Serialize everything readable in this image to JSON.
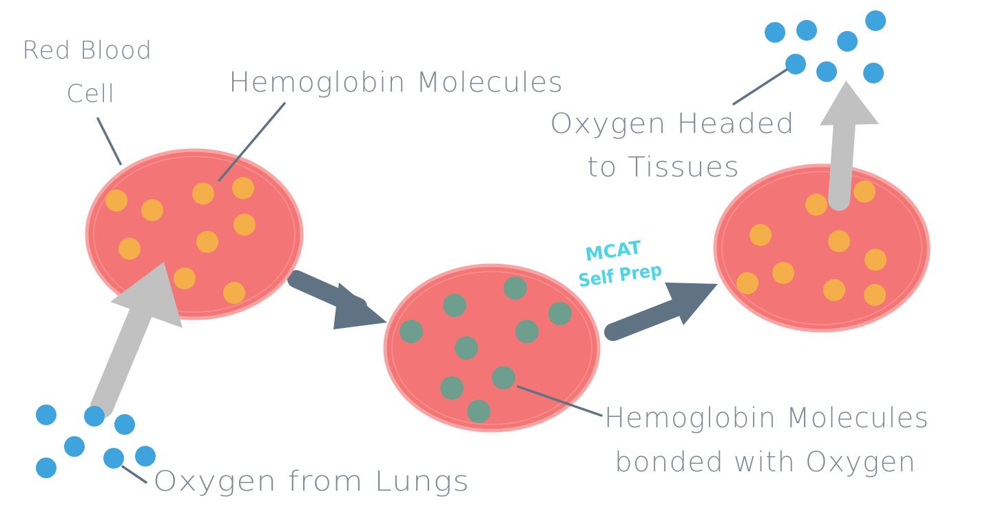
{
  "labels": {
    "red_blood_cell_line1": "Red Blood",
    "red_blood_cell_line2": "Cell",
    "hemoglobin_molecules": "Hemoglobin Molecules",
    "oxygen_headed_line1": "Oxygen Headed",
    "oxygen_headed_line2": "to Tissues",
    "bonded_line1": "Hemoglobin Molecules",
    "bonded_line2": "bonded with Oxygen",
    "oxygen_from_lungs": "Oxygen from Lungs",
    "watermark_line1": "MCAT",
    "watermark_line2": "Self Prep"
  },
  "colors": {
    "cell_fill": "#f47575",
    "cell_rim": "#f9a3a3",
    "hemoglobin": "#f4ae4a",
    "hemoglobin_bonded": "#6e9e8d",
    "oxygen": "#3fa4dd",
    "process_arrow": "#607385",
    "oxygen_arrow": "#c1c1c1",
    "leader_line": "#607385",
    "label_text": "#7f8a99",
    "watermark": "#4dd4e6"
  }
}
